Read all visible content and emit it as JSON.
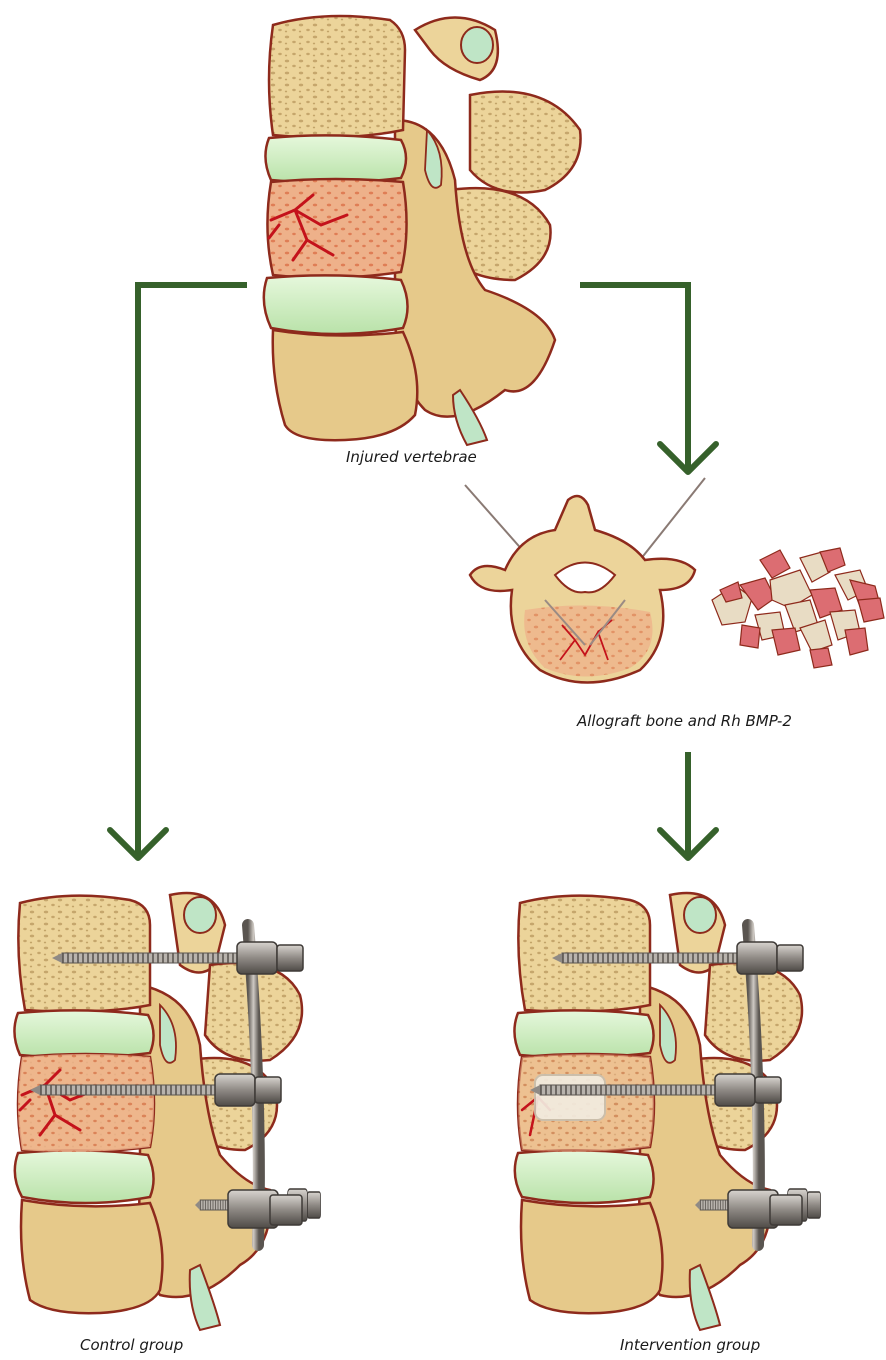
{
  "labels": {
    "injured": "Injured vertebrae",
    "graft": "Allograft bone and Rh BMP-2",
    "control": "Control group",
    "intervention": "Intervention group"
  },
  "colors": {
    "arrow": "#36612b",
    "bone": "#ecd49a",
    "bone_dark": "#c9a766",
    "outline": "#8e2a1c",
    "disc": "#cfeec0",
    "injury": "#e25b35",
    "crack": "#c4121b",
    "graft_red": "#dc6d72",
    "graft_beige": "#e8dcc4",
    "metal": "#8f8a85"
  }
}
